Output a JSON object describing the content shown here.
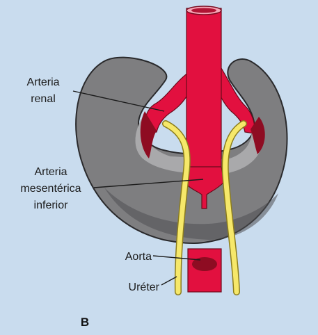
{
  "colors": {
    "background": "#c9dcee",
    "kidney": "#7e7e80",
    "kidney_light": "#a9a9ab",
    "kidney_dark": "#4f4f52",
    "artery": "#e2103f",
    "artery_dark": "#8e0c22",
    "ureter": "#f6e86a"
  },
  "labels": {
    "renal_line1": "Arteria",
    "renal_line2": "renal",
    "mesenteric_line1": "Arteria",
    "mesenteric_line2": "mesentérica",
    "mesenteric_line3": "inferior",
    "aorta": "Aorta",
    "ureter": "Uréter"
  },
  "panel_letter": "B"
}
